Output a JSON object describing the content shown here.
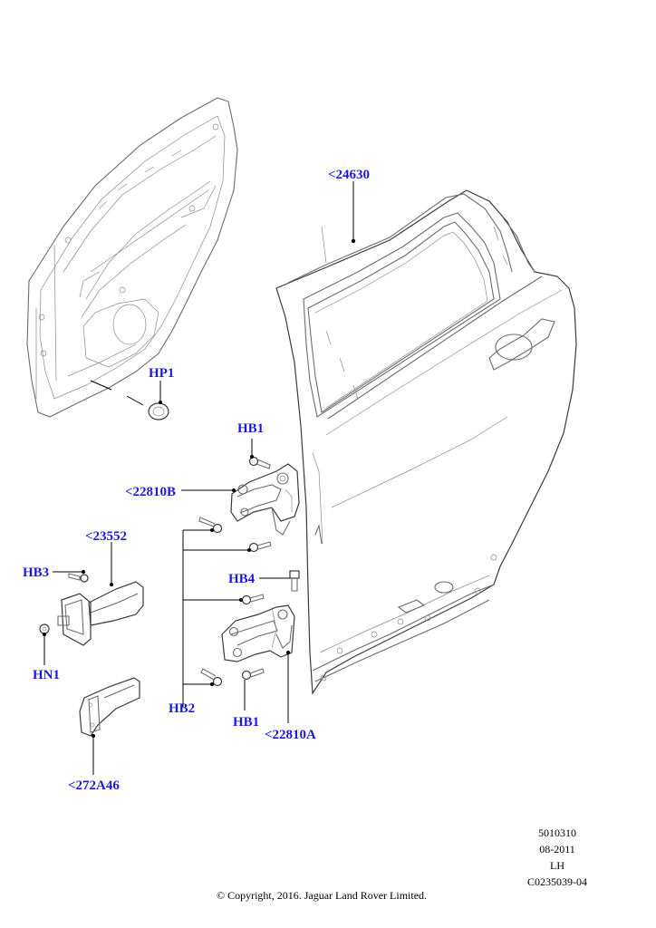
{
  "diagram": {
    "accent_color": "#1a1adb",
    "callouts": {
      "door_shell": "<24630",
      "plug": "HP1",
      "hinge_bolt_upper": "HB1",
      "hinge_upper": "<22810B",
      "check_strap": "<23552",
      "check_bolt": "HB3",
      "check_nut": "HN1",
      "check_arm": "<272A46",
      "hinge_bolt_lower_group": "HB2",
      "hinge_bolt_4": "HB4",
      "hinge_bolt_lower": "HB1",
      "hinge_lower": "<22810A"
    }
  },
  "footer": {
    "ref_number": "5010310",
    "date": "08-2011",
    "side": "LH",
    "drawing_code": "C0235039-04",
    "copyright": "© Copyright, 2016. Jaguar Land Rover Limited."
  }
}
